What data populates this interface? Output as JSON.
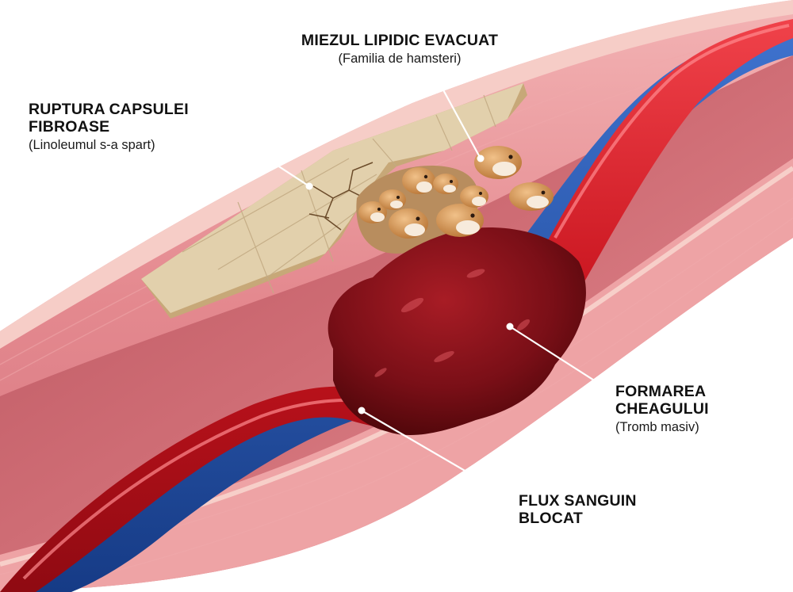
{
  "labels": {
    "miezul": {
      "title": "MIEZUL LIPIDIC EVACUAT",
      "subtitle": "(Familia de hamsteri)"
    },
    "ruptura": {
      "title": "RUPTURA CAPSULEI\nFIBROASE",
      "subtitle": "(Linoleumul s-a spart)"
    },
    "formarea": {
      "title": "FORMAREA\nCHEAGULUI",
      "subtitle": "(Tromb masiv)"
    },
    "flux": {
      "title": "FLUX SANGUIN\nBLOCAT",
      "subtitle": ""
    }
  },
  "colors": {
    "vessel_wall": "#e58f96",
    "vessel_inner": "#c8666f",
    "wall_edge": "#f4c0bb",
    "plaque": "#dcc6a0",
    "clot": "#7d0f16",
    "blood_red": "#d11a23",
    "blood_blue": "#1f4fa8",
    "hamster": "#d59a55",
    "leader_line": "#ffffff"
  }
}
